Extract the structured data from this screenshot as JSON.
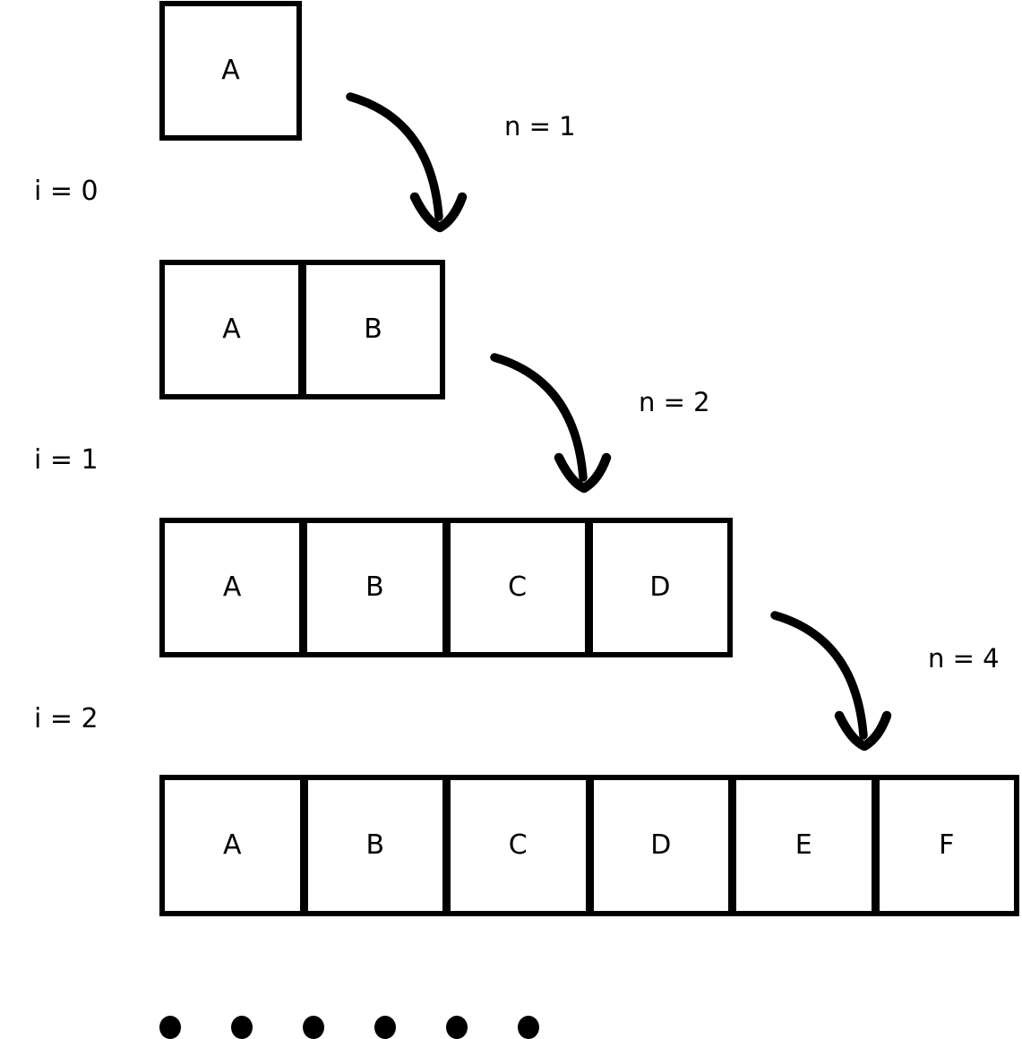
{
  "colors": {
    "background": "#ffffff",
    "ink": "#000000"
  },
  "rows": [
    {
      "index_label": "i = 0",
      "cells": [
        "A"
      ],
      "arrow_label": "n = 1"
    },
    {
      "index_label": "i = 1",
      "cells": [
        "A",
        "B"
      ],
      "arrow_label": "n = 2"
    },
    {
      "index_label": "i = 2",
      "cells": [
        "A",
        "B",
        "C",
        "D"
      ],
      "arrow_label": "n = 4"
    },
    {
      "index_label": "",
      "cells": [
        "A",
        "B",
        "C",
        "D",
        "E",
        "F"
      ],
      "arrow_label": ""
    }
  ],
  "ellipsis_dot_count": 6
}
